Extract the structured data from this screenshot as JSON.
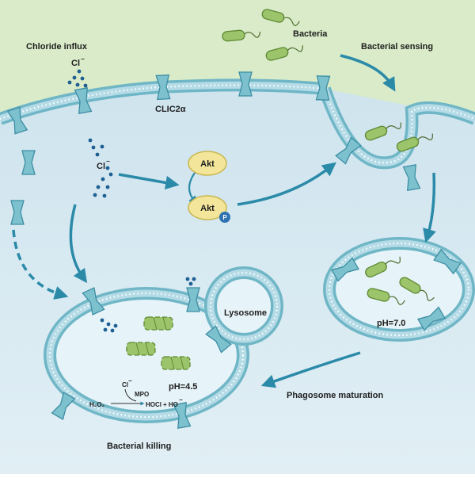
{
  "labels": {
    "chloride_influx": "Chloride influx",
    "bacteria": "Bacteria",
    "bacterial_sensing": "Bacterial sensing",
    "clic2a": "CLIC2α",
    "cl_top": "Cl",
    "cl_mid": "Cl",
    "cl_bottom": "Cl",
    "charge": "−",
    "akt": "Akt",
    "akt_p": "Akt",
    "phospho": "P",
    "lysosome": "Lysosome",
    "ph_phago": "pH=7.0",
    "ph_phagolyso": "pH=4.5",
    "phagosome_maturation": "Phagosome maturation",
    "bacterial_killing": "Bacterial killing",
    "mpo": "MPO",
    "h2o2": "H₂O₂",
    "hocl": "HOCl",
    "plus_ho": "+ HO",
    "ho_charge": "−"
  },
  "colors": {
    "outside": "#d9ebc8",
    "cytoplasm": "#d2e6f0",
    "membrane_head": "#6fb6c6",
    "membrane_body": "#b5dbe6",
    "lumen": "#e6f3f8",
    "arrow": "#2a8aa8",
    "akt_fill": "#f3e69b",
    "phospho": "#2f72b2",
    "bacteria": "#9cc46a"
  },
  "icons": [
    "bacteria-icon",
    "clic2a-channel-icon",
    "chloride-ion-icon",
    "phospho-icon"
  ]
}
